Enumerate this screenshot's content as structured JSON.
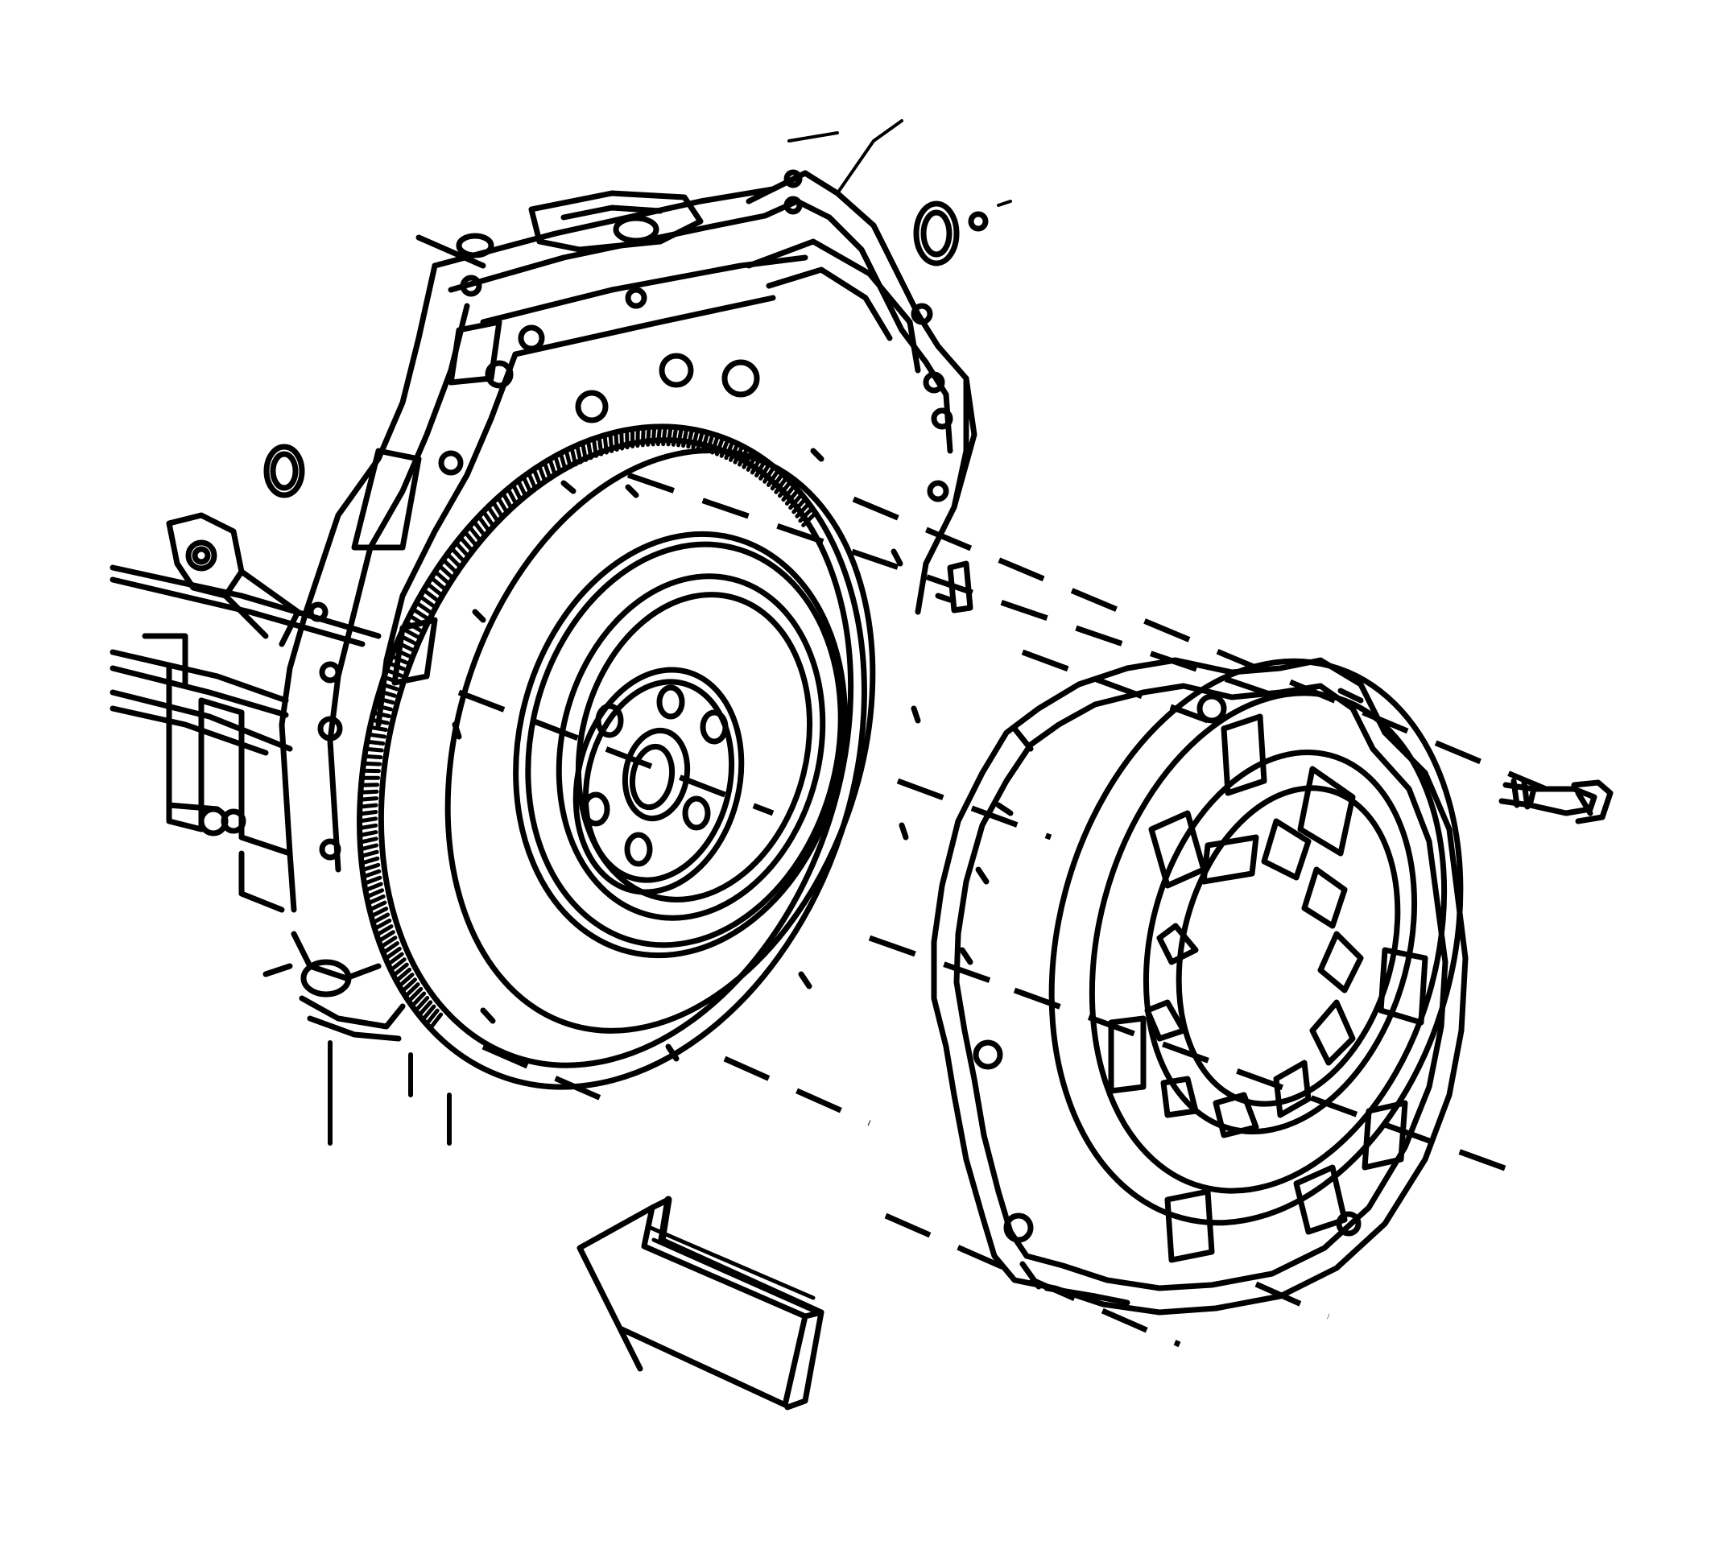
{
  "figure": {
    "components": [
      "engine-block",
      "flywheel",
      "ring-gear",
      "clutch-pressure-plate",
      "pressure-plate-bolt",
      "installation-direction-arrow"
    ],
    "stroke_color": "#000000",
    "background_color": "#ffffff",
    "style": "black-and-white line art, exploded view with dashed alignment lines"
  }
}
